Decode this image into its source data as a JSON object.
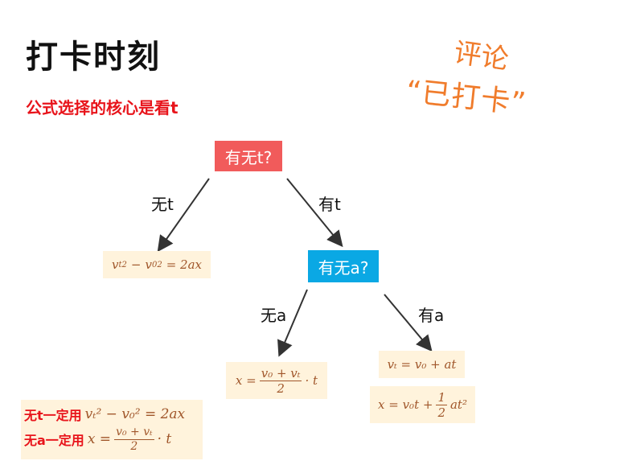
{
  "title": "打卡时刻",
  "subtitle": "公式选择的核心是看t",
  "stamp": {
    "line1": "评论",
    "line2": "“已打卡”"
  },
  "nodes": {
    "root": "有无t?",
    "a": "有无a?"
  },
  "edges": {
    "no_t": "无t",
    "has_t": "有t",
    "no_a": "无a",
    "has_a": "有a"
  },
  "formulas": {
    "no_t": {
      "lhs": "v",
      "sub1": "t",
      "sup1": "2",
      "op1": "−",
      "v0": "v",
      "sub2": "0",
      "sup2": "2",
      "rhs": "= 2ax"
    },
    "no_a": {
      "lhs": "x =",
      "num": "v₀ + vₜ",
      "den": "2",
      "tail": "· t"
    },
    "has_a_1": "vₜ = v₀ + at",
    "has_a_2": {
      "lhs": "x = v₀t +",
      "num": "1",
      "den": "2",
      "tail": "at²"
    }
  },
  "summary": {
    "row1_label": "无t一定用",
    "row1_formula": "vₜ² − v₀² = 2ax",
    "row2_label": "无a一定用",
    "row2_lhs": "x =",
    "row2_num": "v₀ + vₜ",
    "row2_den": "2",
    "row2_tail": "· t"
  },
  "colors": {
    "root": "#f15b5b",
    "a": "#0aa8e4",
    "stamp": "#f07c2c",
    "accent": "#e8141b",
    "formula_bg": "#fff3dc"
  }
}
